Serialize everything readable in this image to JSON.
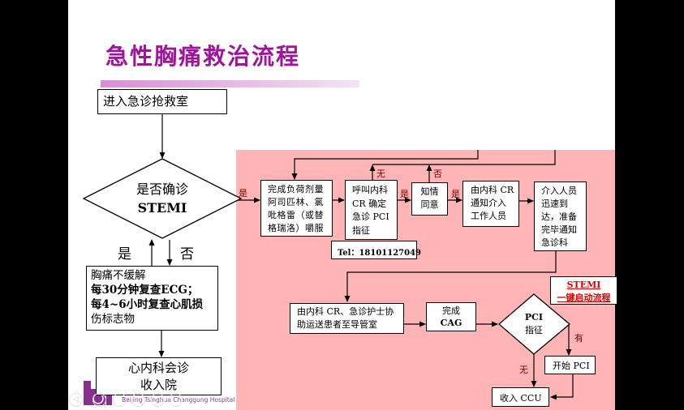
{
  "title": "急性胸痛救治流程",
  "colors": {
    "title": "#a0149c",
    "pink_panel": "#ffb5b5",
    "label_dark_red": "#7a0000",
    "stemi_red": "#e00000"
  },
  "left_flow": {
    "enter": "进入急诊抢救室",
    "decision": {
      "line1": "是否确诊",
      "line2": "STEMI"
    },
    "yes": "是",
    "no": "否",
    "monitor": [
      "胸痛不缓解",
      "每30分钟复查ECG；",
      "每4~6小时复查心肌损",
      "伤标志物"
    ],
    "consult": [
      "心内科会诊",
      "收入院"
    ]
  },
  "right_flow": {
    "yes_1": "是",
    "loading_dose": [
      "完成负荷剂量",
      "阿司匹林、氯",
      "吡格雷（或替",
      "格瑞洛）嚼服"
    ],
    "call_cardio": [
      "呼叫内科",
      "CR 确定",
      "急诊 PCI",
      "指征"
    ],
    "none_1": "无",
    "tel": "Tel：18101127049",
    "yes_2": "是",
    "consent": [
      "知情",
      "同意"
    ],
    "no_1": "否",
    "yes_3": "是",
    "notify": [
      "由内科 CR",
      "通知介入",
      "工作人员"
    ],
    "team_ready": [
      "介入人员",
      "迅速到",
      "达，准备",
      "完毕通知",
      "急诊科"
    ],
    "transport": [
      "由内科  CR、急诊护士协",
      "助运送患者至导管室"
    ],
    "cag": [
      "完成",
      "CAG"
    ],
    "pci_decision": [
      "PCI",
      "指征"
    ],
    "stemi_launch": [
      "STEMI",
      "一键启动流程"
    ],
    "have": "有",
    "start_pci": "开始 PCI",
    "none_2": "无",
    "ccu": "收入 CCU"
  },
  "logo": {
    "text": "Beijing Tsinghua Changgung Hospital"
  },
  "nav_controls": [
    "previous-icon",
    "pen-icon",
    "pointer-icon",
    "slides-icon",
    "zoom-icon",
    "more-icon"
  ]
}
